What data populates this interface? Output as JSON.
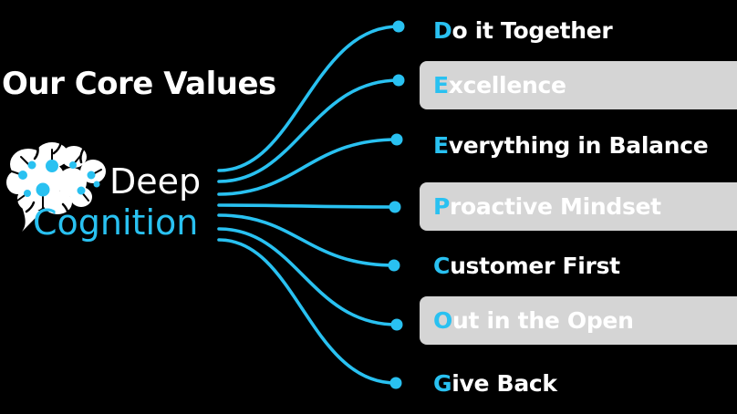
{
  "title": "Our Core Values",
  "logo": {
    "line1": "Deep",
    "line2": "Cognition",
    "icon": "brain-circuit-icon"
  },
  "colors": {
    "background": "#000000",
    "accent_cyan": "#29C1F1",
    "band_gray": "#D5D5D5",
    "text_white": "#FFFFFF"
  },
  "values": [
    {
      "initial": "D",
      "rest": "o it Together",
      "highlighted": false
    },
    {
      "initial": "E",
      "rest": "xcellence",
      "highlighted": true
    },
    {
      "initial": "E",
      "rest": "verything in Balance",
      "highlighted": false
    },
    {
      "initial": "P",
      "rest": "roactive Mindset",
      "highlighted": true
    },
    {
      "initial": "C",
      "rest": "ustomer First",
      "highlighted": false
    },
    {
      "initial": "O",
      "rest": "ut in the Open",
      "highlighted": true
    },
    {
      "initial": "G",
      "rest": "ive Back",
      "highlighted": false
    }
  ]
}
